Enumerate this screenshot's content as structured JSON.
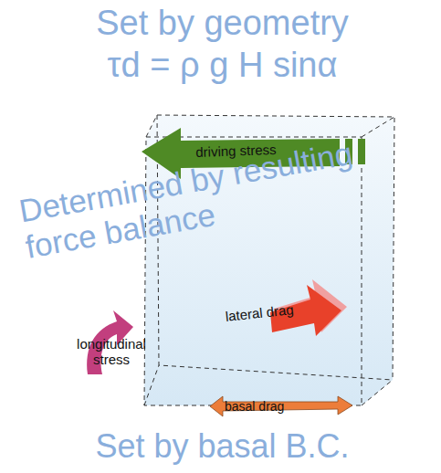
{
  "diagram": {
    "labels": [
      "Set by geometry",
      "τd = ρ g H sinα",
      "driving stress",
      "Determined by resulting force balance",
      "longitudinal stress",
      "lateral drag",
      "basal drag",
      "Set by basal B.C."
    ]
  }
}
